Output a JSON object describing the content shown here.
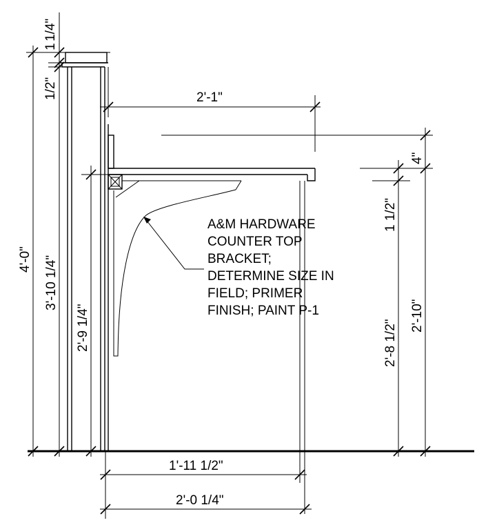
{
  "dimensions": {
    "top_quarter": "1/4\"",
    "top_one": "1",
    "top_half": "1/2\"",
    "overall_height": "4'-0\"",
    "wall_height": "3'-10 1/4\"",
    "bracket_height": "2'-9 1/4\"",
    "counter_depth_top": "2'-1\"",
    "top_offset": "4\"",
    "counter_thickness": "1 1/2\"",
    "counter_height_right": "2'-10\"",
    "height_to_underside": "2'-8 1/2\"",
    "bottom_depth_1": "1'-11 1/2\"",
    "bottom_depth_2": "2'-0 1/4\""
  },
  "note": {
    "lines": [
      "A&M HARDWARE",
      "COUNTER TOP",
      "BRACKET;",
      "DETERMINE SIZE IN",
      "FIELD; PRIMER",
      "FINISH; PAINT P-1"
    ]
  }
}
